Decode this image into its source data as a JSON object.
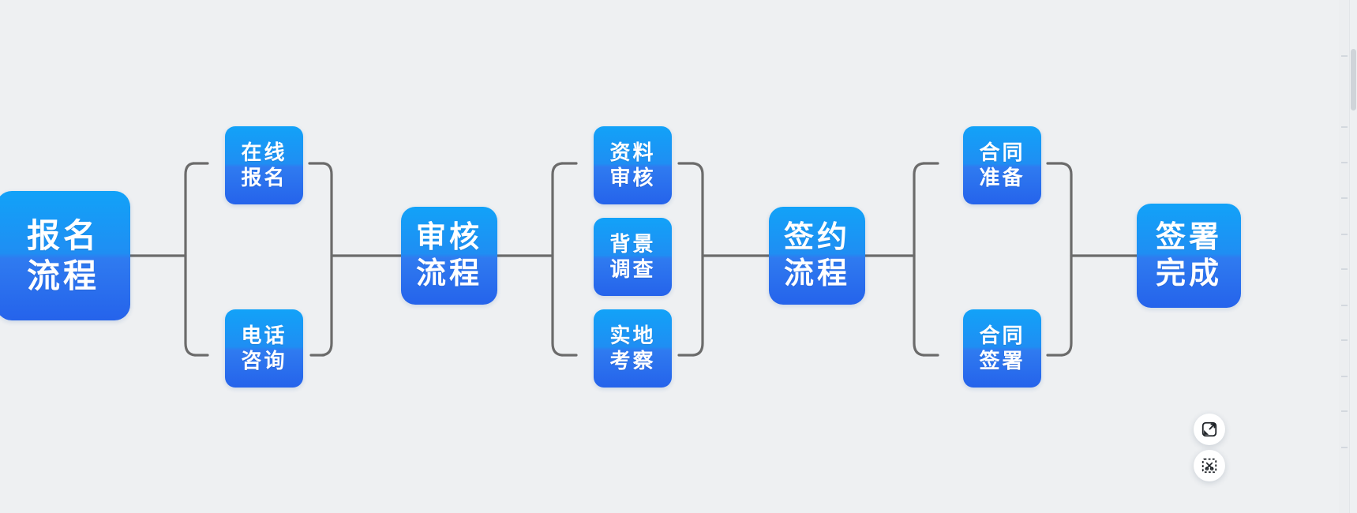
{
  "canvas": {
    "background_color": "#eef0f2",
    "link_color": "#6b6b6b",
    "node_gradient_top": "#12a2f8",
    "node_gradient_bottom": "#2563eb",
    "node_text_color": "#ffffff"
  },
  "mindmap": {
    "title": "报名流程",
    "nodes": {
      "root": {
        "label_line1": "报名",
        "label_line2": "流程"
      },
      "audit": {
        "label_line1": "审核",
        "label_line2": "流程"
      },
      "sign": {
        "label_line1": "签约",
        "label_line2": "流程"
      },
      "done": {
        "label_line1": "签署",
        "label_line2": "完成"
      },
      "online": {
        "label_line1": "在线",
        "label_line2": "报名"
      },
      "phone": {
        "label_line1": "电话",
        "label_line2": "咨询"
      },
      "docs": {
        "label_line1": "资料",
        "label_line2": "审核"
      },
      "background": {
        "label_line1": "背景",
        "label_line2": "调查"
      },
      "site": {
        "label_line1": "实地",
        "label_line2": "考察"
      },
      "prepare": {
        "label_line1": "合同",
        "label_line2": "准备"
      },
      "signing": {
        "label_line1": "合同",
        "label_line2": "签署"
      }
    }
  },
  "toolbar": {
    "expand_icon": "expand-arrow-icon",
    "screenshot_icon": "screenshot-scissors-icon"
  },
  "scrollbar": {
    "orientation": "vertical",
    "position": "right"
  }
}
